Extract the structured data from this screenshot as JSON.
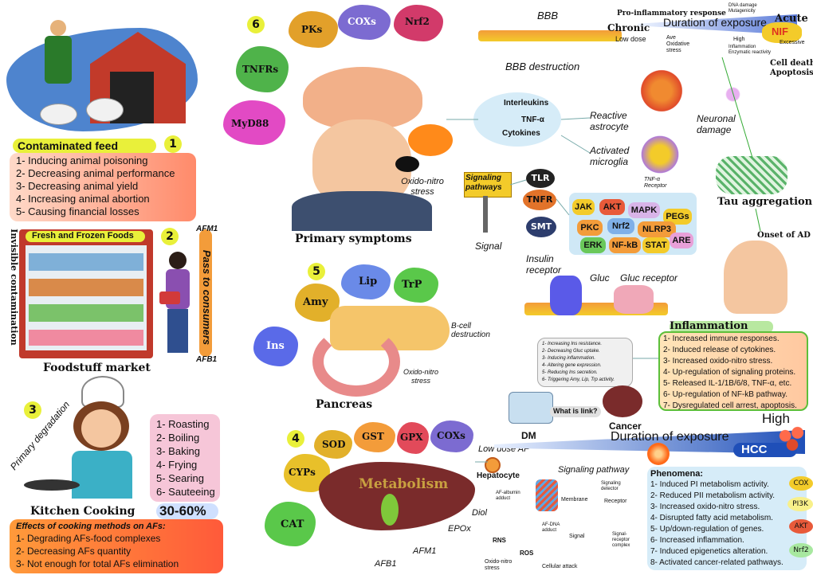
{
  "colors": {
    "yellow_accent": "#e9f03a",
    "pink_box": "#f6c6d8",
    "orange_box": "#ff7a2a",
    "green_border": "#5cbf3a",
    "liver": "#7a2b2b",
    "blue_band": "#1f4fb8",
    "red_nif": "#e03020"
  },
  "s1": {
    "title": "Contaminated feed",
    "number": "1",
    "items": [
      "1- Inducing animal poisoning",
      "2- Decreasing animal performance",
      "3- Decreasing animal yield",
      "4- Increasing animal abortion",
      "5- Causing financial losses"
    ]
  },
  "s2": {
    "number": "2",
    "banner": "Fresh and Frozen Foods",
    "side_left": "Invisible contamination",
    "side_right": "Pass to consumers",
    "afm1": "AFM1",
    "afb1": "AFB1",
    "caption": "Foodstuff market"
  },
  "s3": {
    "number": "3",
    "primary_degradation": "Primary degradation",
    "caption": "Kitchen Cooking",
    "methods": [
      "1- Roasting",
      "2- Boiling",
      "3- Baking",
      "4- Frying",
      "5- Searing",
      "6- Sauteeing"
    ],
    "percent": "30-60%",
    "effects_title": "Effects of cooking methods on AFs:",
    "effects": [
      "1- Degrading AFs-food complexes",
      "2- Decreasing AFs quantity",
      "3- Not enough for total AFs elimination"
    ]
  },
  "s4": {
    "number": "4",
    "enzymes": [
      "SOD",
      "GST",
      "GPX",
      "COXs",
      "CYPs",
      "CAT"
    ],
    "metabolism": "Metabolism",
    "low_dose": "Low dose AF",
    "hepatocyte": "Hepatocyte",
    "signaling_pathway": "Signaling pathway",
    "diol": "Diol",
    "epox": "EPOx",
    "afm1": "AFM1",
    "afb1": "AFB1",
    "labels": {
      "af_albumin": "AF-albumin adduct",
      "membrane": "Membrane",
      "af_dna": "AF-DNA adduct",
      "signal_detector": "Signaling detector",
      "receptor": "Receptor",
      "signal": "Signal",
      "rns": "RNS",
      "ros": "ROS",
      "signal_receptor": "Signal-receptor complex",
      "oxido_nitro": "Oxido-nitro stress",
      "cellular_attack": "Cellular attack"
    }
  },
  "s5": {
    "number": "5",
    "enzymes": [
      "Amy",
      "Lip",
      "TrP",
      "Ins"
    ],
    "b_cell": "B-cell destruction",
    "oxido": "Oxido-nitro stress",
    "caption": "Pancreas"
  },
  "s6": {
    "number": "6",
    "receptors": [
      "PKs",
      "COXs",
      "Nrf2",
      "TNFRs",
      "MyD88"
    ],
    "caption": "Primary symptoms",
    "oxido": "Oxido-nitro stress",
    "signaling_pathways": "Signaling pathways",
    "signal": "Signal",
    "sp_receptors": [
      "TLR",
      "TNFR",
      "SMT"
    ],
    "kinases": [
      "JAK",
      "AKT",
      "MAPK",
      "PEGs",
      "PKC",
      "Nrf2",
      "NLRP3",
      "ARE",
      "ERK",
      "NF-kB",
      "STAT"
    ],
    "interleukins": "Interleukins",
    "tnf": "TNF-α",
    "cytokines": "Cytokines",
    "reactive_astrocyte": "Reactive astrocyte",
    "activated_microglia": "Activated microglia",
    "tnf_receptor": "TNF-α Receptor"
  },
  "brain_path": {
    "bbb": "BBB",
    "bbb_destruction": "BBB destruction",
    "pro_inflammatory": "Pro-inflammatory response",
    "dna_damage": "DNA damage Mutagenicity",
    "chronic": "Chronic",
    "low_dose": "Low dose",
    "duration": "Duration of exposure",
    "acute": "Acute",
    "nif": "NIF",
    "excessive": "Excessive",
    "ave": "Ave Oxidative stress",
    "high": "High",
    "inflammation_enz": "Inflammation Enzymatic reactivity",
    "cell_death": "Cell death",
    "apoptosis": "Apoptosis",
    "neuronal_damage": "Neuronal damage",
    "tau": "Tau aggregation",
    "onset_ad": "Onset of AD"
  },
  "metabolic": {
    "insulin_receptor": "Insulin receptor",
    "gluc": "Gluc",
    "gluc_receptor": "Gluc receptor",
    "ins_effects": [
      "1- Increasing Ins resistance.",
      "2- Decreasing Gluc uptake.",
      "3- Inducing inflammation.",
      "4- Altering gene expression.",
      "5- Reducing Ins secretion.",
      "6- Triggering Amy, Lip, Trp activity."
    ],
    "dm": "DM",
    "what_link": "What is link?",
    "cancer": "Cancer"
  },
  "inflammation": {
    "title": "Inflammation",
    "items": [
      "1- Increased immune responses.",
      "2- Induced release of cytokines.",
      "3- Increased oxido-nitro stress.",
      "4- Up-regulation of signaling proteins.",
      "5- Released IL-1/1B/6/8, TNF-α, etc.",
      "6- Up-regulation of NF-kB pathway.",
      "7- Dysregulated cell arrest, apoptosis."
    ]
  },
  "hcc": {
    "high": "High",
    "duration": "Duration of exposure",
    "label": "HCC",
    "phen_title": "Phenomena:",
    "phenomena": [
      "1- Induced PI metabolism activity.",
      "2- Reduced PII metabolism activity.",
      "3- Increased oxido-nitro stress.",
      "4- Disrupted fatty acid metabolism.",
      "5- Up/down-regulation of genes.",
      "6- Increased inflammation.",
      "7- Induced epigenetics alteration.",
      "8- Activated cancer-related pathways."
    ],
    "side_markers": [
      "COX",
      "PI3K",
      "AKT",
      "Nrf2"
    ]
  }
}
